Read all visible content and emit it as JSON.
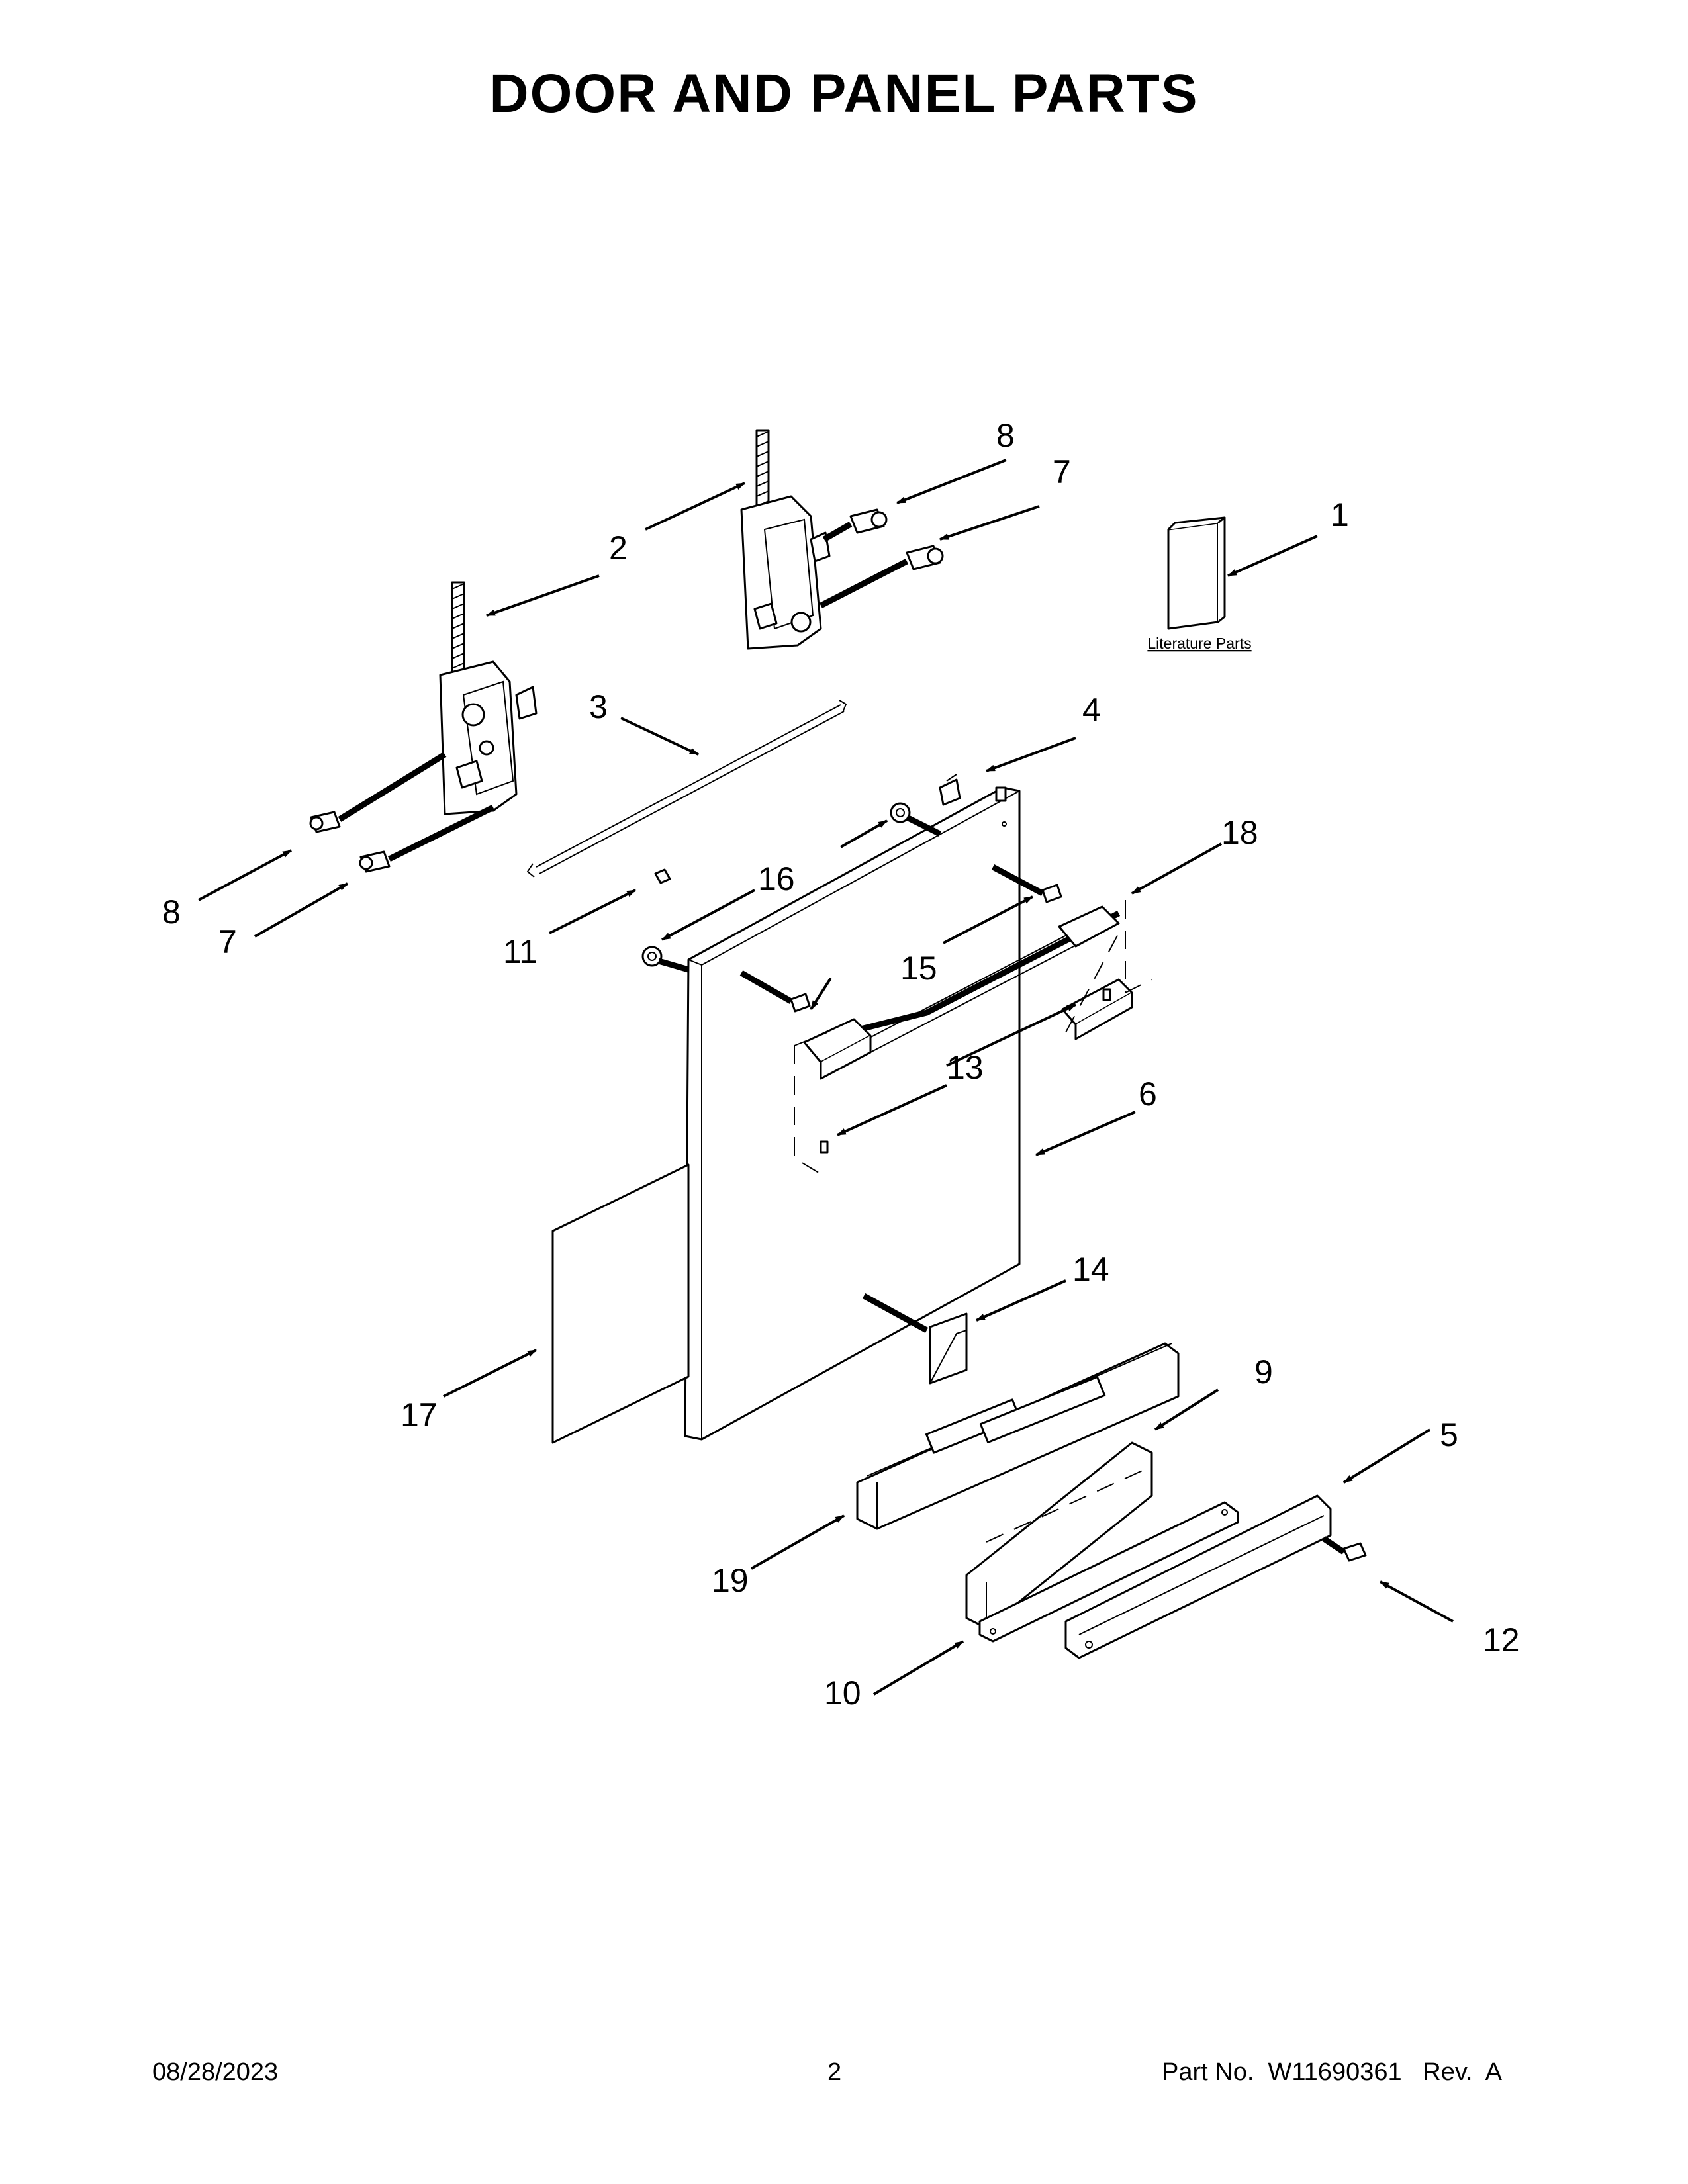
{
  "page": {
    "title": "DOOR AND PANEL PARTS",
    "literature_label": "Literature Parts"
  },
  "callouts": [
    {
      "id": "c1",
      "label": "1"
    },
    {
      "id": "c2",
      "label": "2"
    },
    {
      "id": "c3",
      "label": "3"
    },
    {
      "id": "c4",
      "label": "4"
    },
    {
      "id": "c5",
      "label": "5"
    },
    {
      "id": "c6",
      "label": "6"
    },
    {
      "id": "c7a",
      "label": "7"
    },
    {
      "id": "c7b",
      "label": "7"
    },
    {
      "id": "c8a",
      "label": "8"
    },
    {
      "id": "c8b",
      "label": "8"
    },
    {
      "id": "c9",
      "label": "9"
    },
    {
      "id": "c10",
      "label": "10"
    },
    {
      "id": "c11",
      "label": "11"
    },
    {
      "id": "c12",
      "label": "12"
    },
    {
      "id": "c13",
      "label": "13"
    },
    {
      "id": "c14",
      "label": "14"
    },
    {
      "id": "c15",
      "label": "15"
    },
    {
      "id": "c16",
      "label": "16"
    },
    {
      "id": "c17",
      "label": "17"
    },
    {
      "id": "c18",
      "label": "18"
    },
    {
      "id": "c19",
      "label": "19"
    }
  ],
  "footer": {
    "date": "08/28/2023",
    "page_number": "2",
    "part_info": "Part No.  W11690361   Rev.  A"
  }
}
